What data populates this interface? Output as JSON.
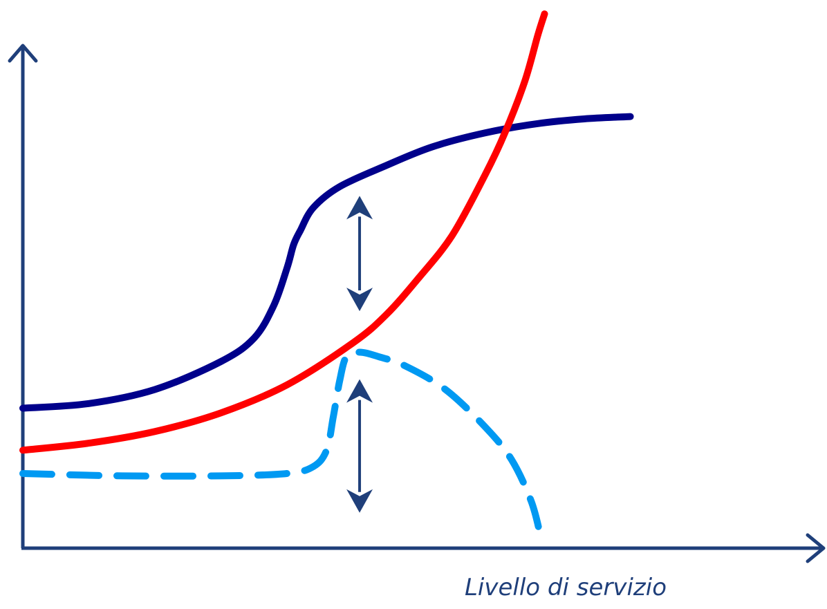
{
  "chart_data": {
    "type": "line",
    "title": "",
    "xlabel": "Livello di servizio",
    "ylabel": "",
    "xlim": [
      0,
      100
    ],
    "ylim": [
      0,
      100
    ],
    "grid": false,
    "legend": "none",
    "axis_color": "#1F3F7A",
    "xlabel_color": "#1F3F7A",
    "series": [
      {
        "style": "solid",
        "color": "#00008B",
        "x": [
          0,
          10,
          20,
          30,
          35,
          38,
          40,
          41,
          42,
          44,
          48,
          55,
          62,
          70,
          78,
          85,
          92
        ],
        "y": [
          30,
          31,
          34,
          40,
          45,
          52,
          60,
          65,
          68,
          73,
          77.5,
          82,
          86,
          89,
          91,
          92,
          92.5
        ]
      },
      {
        "style": "solid",
        "color": "#FF0000",
        "x": [
          0,
          10,
          20,
          30,
          40,
          50,
          55,
          60,
          65,
          70,
          73,
          76,
          78,
          79
        ],
        "y": [
          21,
          22.5,
          25,
          29,
          35,
          44,
          50,
          58,
          67,
          80,
          89,
          100,
          110,
          114.5
        ]
      },
      {
        "style": "dashed",
        "color": "#0099F2",
        "x": [
          0,
          15,
          30,
          40,
          44,
          46,
          47,
          48,
          49,
          51,
          54,
          58,
          64,
          70,
          74,
          77,
          78.5
        ],
        "y": [
          16,
          15.5,
          15.5,
          16,
          17.5,
          21,
          28,
          36,
          41,
          42,
          41,
          39,
          34,
          26,
          19,
          10,
          2
        ]
      }
    ],
    "annotations": [
      {
        "type": "double-arrow",
        "color": "#1F3F7A",
        "x": 51,
        "y_from": 50.8,
        "y_to": 75.5
      },
      {
        "type": "double-arrow",
        "color": "#1F3F7A",
        "x": 51,
        "y_from": 7.6,
        "y_to": 36.2
      }
    ]
  }
}
